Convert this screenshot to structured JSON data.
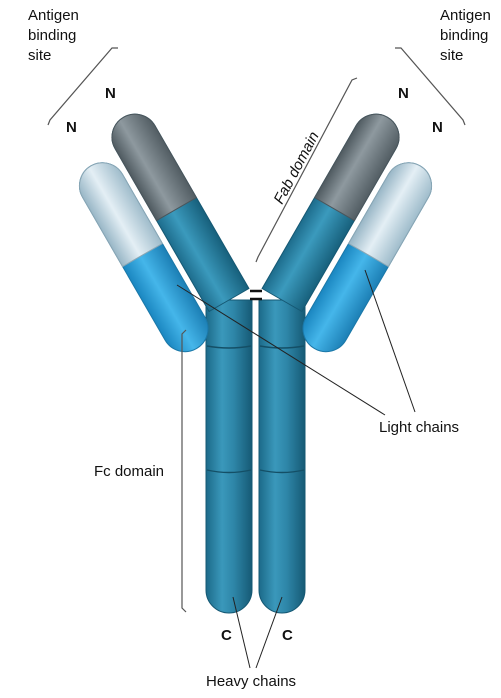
{
  "labels": {
    "antigen_left": [
      "Antigen",
      "binding",
      "site"
    ],
    "antigen_right": [
      "Antigen",
      "binding",
      "site"
    ],
    "fab_domain": "Fab domain",
    "fc_domain": "Fc domain",
    "light_chains": "Light chains",
    "heavy_chains": "Heavy chains"
  },
  "termini": {
    "n_heavy_left": "N",
    "n_light_left": "N",
    "n_heavy_right": "N",
    "n_light_right": "N",
    "c_left": "C",
    "c_right": "C"
  },
  "colors": {
    "heavy_variable": "#6f7b82",
    "heavy_constant": "#2e8aab",
    "light_variable": "#c7dde8",
    "light_constant": "#2aa3da",
    "leader_line": "#222222",
    "bracket": "#555555"
  }
}
